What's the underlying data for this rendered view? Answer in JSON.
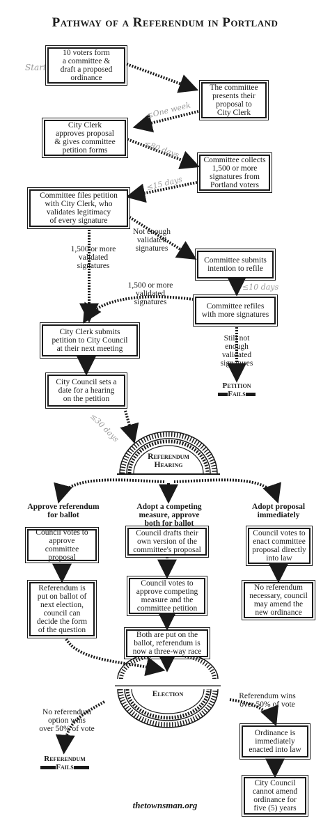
{
  "title": "Pathway of a Referendum in Portland",
  "start_label": "Start",
  "boxes": {
    "b1": "10 voters form\na committee &\ndraft a proposed\nordinance",
    "b2": "The committee\npresents their\nproposal to\nCity Clerk",
    "b3": "City Clerk\napproves proposal\n& gives committee\npetition forms",
    "b4": "Committee collects\n1,500 or more\nsignatures from\nPortland voters",
    "b5": "Committee files petition\nwith City Clerk, who\nvalidates legitimacy\nof every signature",
    "b6": "Committee submits\nintention to refile",
    "b7": "Committee refiles\nwith more signatures",
    "b8": "City Clerk submits\npetition to City Council\nat their next meeting",
    "b9": "City Council sets a\ndate for a hearing\non the petition",
    "c1": "Council votes to\napprove committee\nproposal",
    "c2": "Referendum is\nput on ballot of\nnext election,\ncouncil can\ndecide the form\nof the question",
    "d1": "Council drafts their\nown version of the\ncommittee's proposal",
    "d2": "Council votes to\napprove competing\nmeasure and the\ncommittee petition",
    "d3": "Both are put on the\nballot, referendum is\nnow a three-way race",
    "e1": "Council votes to\nenact committee\nproposal directly\ninto law",
    "e2": "No referendum\nnecessary, council\nmay amend the\nnew ordinance",
    "f1": "Ordinance is\nimmediately\nenacted into law",
    "f2": "City Council\ncannot amend\nordinance for\nfive (5) years"
  },
  "time_labels": {
    "t1": "≤One week",
    "t2": "≤80 days",
    "t3": "≤15 days",
    "t4": "≤10 days",
    "t5": "≤30 days"
  },
  "labels": {
    "not_enough": "Not enough\nvalidated\nsignatures",
    "enough_1": "1,500 or more\nvalidated\nsignatures",
    "enough_2": "1,500 or more\nvalidated\nsignatures",
    "still_not": "Still not\nenough\nvalidated\nsignatures",
    "no_ref_wins": "No referendum\noption wins\nover 50% of vote",
    "ref_wins": "Referendum wins\nover 50% of vote"
  },
  "options": {
    "approve": "Approve referendum\nfor ballot",
    "competing": "Adopt a competing\nmeasure, approve\nboth for ballot",
    "adopt": "Adopt proposal\nimmediately"
  },
  "arches": {
    "hearing": "Referendum\nHearing",
    "election": "Election"
  },
  "endings": {
    "petition_fails": [
      "Petition",
      "Fails"
    ],
    "referendum_fails": [
      "Referendum",
      "Fails"
    ]
  },
  "footer": "thetownsman.org"
}
